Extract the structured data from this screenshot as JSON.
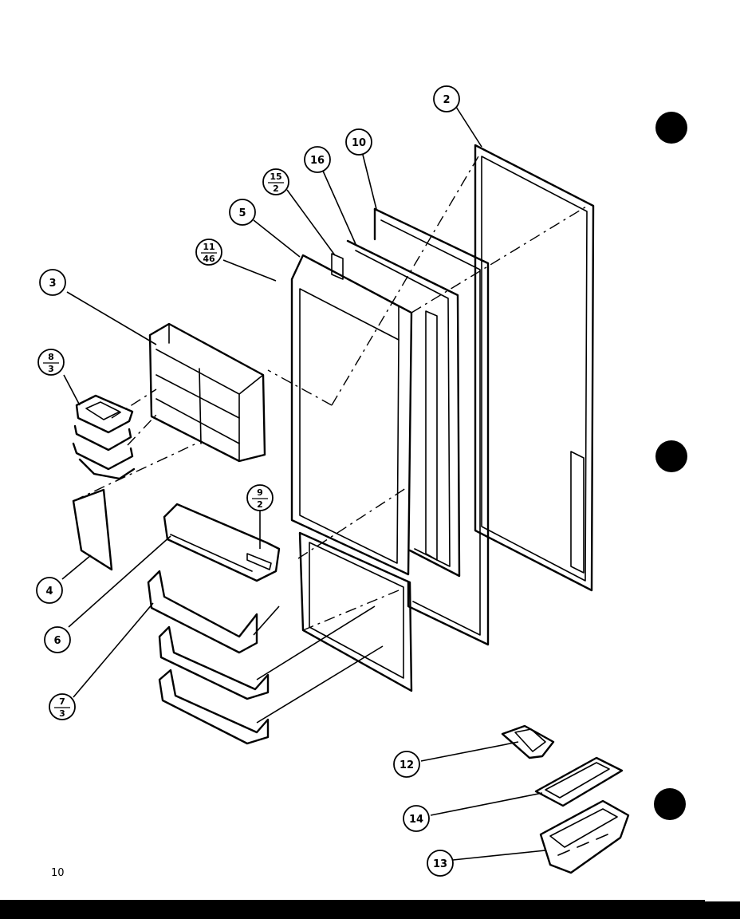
{
  "callouts": [
    {
      "id": "c2",
      "top": "2",
      "bottom": ""
    },
    {
      "id": "c10",
      "top": "10",
      "bottom": ""
    },
    {
      "id": "c16",
      "top": "16",
      "bottom": ""
    },
    {
      "id": "c15",
      "top": "15",
      "bottom": "2"
    },
    {
      "id": "c5",
      "top": "5",
      "bottom": ""
    },
    {
      "id": "c11",
      "top": "11",
      "bottom": "46"
    },
    {
      "id": "c3",
      "top": "3",
      "bottom": ""
    },
    {
      "id": "c8",
      "top": "8",
      "bottom": "3"
    },
    {
      "id": "c9",
      "top": "9",
      "bottom": "2"
    },
    {
      "id": "c4",
      "top": "4",
      "bottom": ""
    },
    {
      "id": "c6",
      "top": "6",
      "bottom": ""
    },
    {
      "id": "c7",
      "top": "7",
      "bottom": "3"
    },
    {
      "id": "c12",
      "top": "12",
      "bottom": ""
    },
    {
      "id": "c14",
      "top": "14",
      "bottom": ""
    },
    {
      "id": "c13",
      "top": "13",
      "bottom": ""
    }
  ],
  "page_number": "10"
}
